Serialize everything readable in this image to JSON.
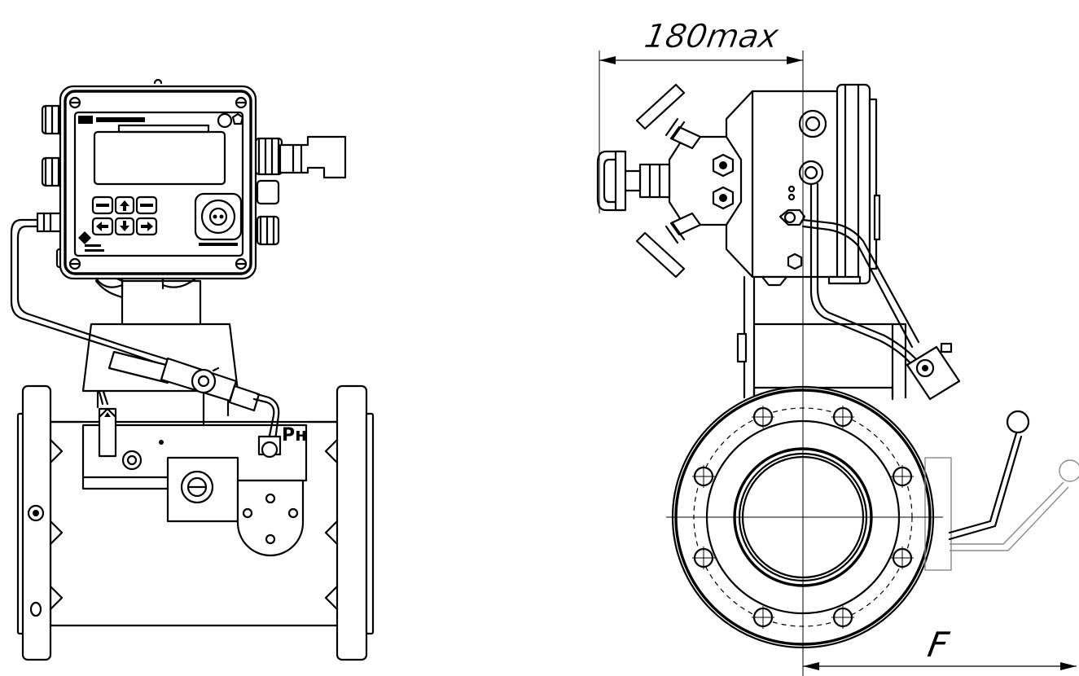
{
  "dimensions": {
    "max_width_label": "180max",
    "flange_offset_label": "F"
  },
  "labels": {
    "outlet_pressure_label": "Pн"
  },
  "icons": [
    "dimension-arrow-icon"
  ]
}
